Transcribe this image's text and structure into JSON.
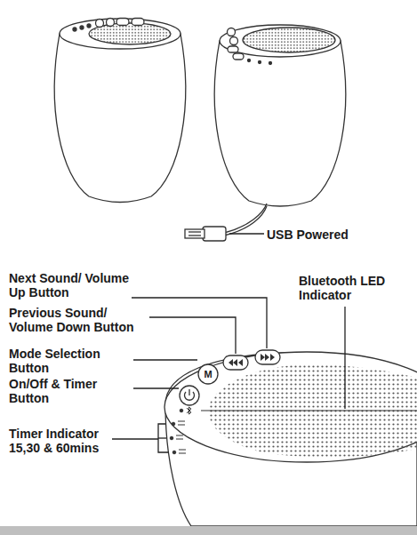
{
  "diagram": {
    "labels": [
      "USB Powered",
      "Next Sound/ Volume Up Button",
      "Bluetooth LED Indicator",
      "Previous Sound/ Volume Down Button",
      "Mode Selection Button",
      "M",
      "On/Off & Timer Button",
      "Timer Indicator 15,30 & 60mins"
    ]
  }
}
